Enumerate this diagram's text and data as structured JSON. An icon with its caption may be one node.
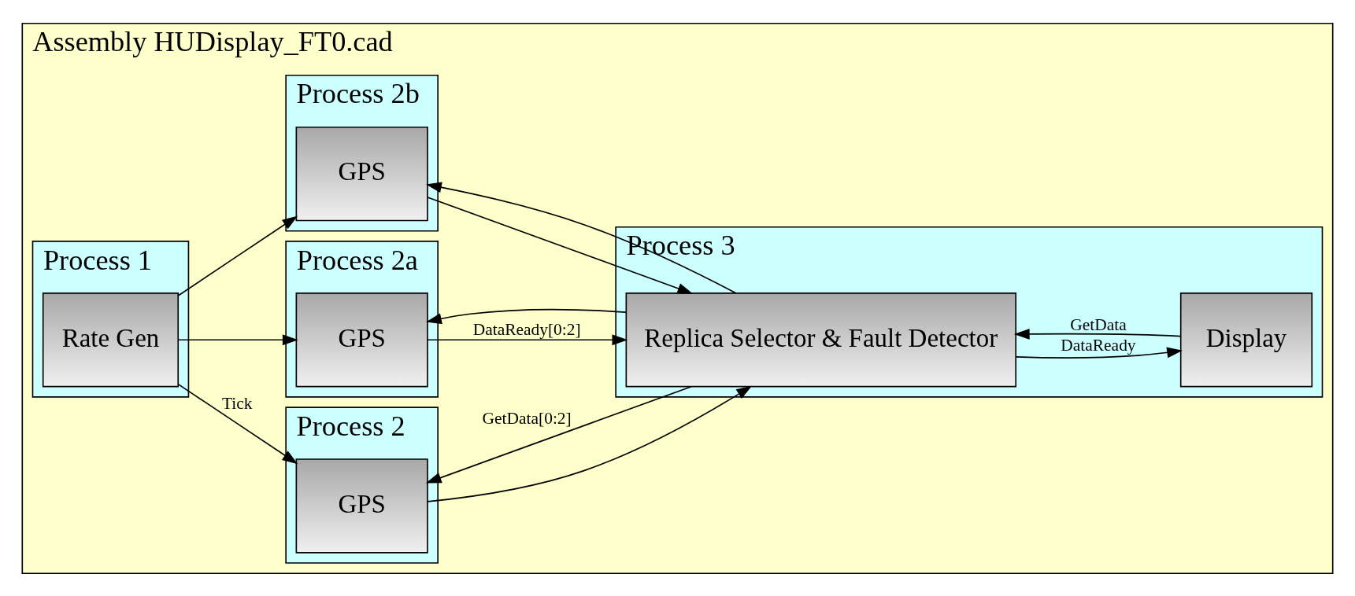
{
  "diagram": {
    "nodes": [
      {
        "text": [
          "Assembly HUDisplay_FT0.cad"
        ]
      },
      {
        "text": [
          "Process 1"
        ],
        "in": 0
      },
      {
        "text": [
          "Rate Gen"
        ],
        "in": 1
      },
      {
        "text": [
          "Process 2"
        ],
        "in": 0
      },
      {
        "text": [
          "GPS"
        ],
        "in": 3
      },
      {
        "text": [
          "Process 2a"
        ],
        "in": 0
      },
      {
        "text": [
          "GPS"
        ],
        "in": 5
      },
      {
        "text": [
          "Process 2b"
        ],
        "in": 0
      },
      {
        "text": [
          "GPS"
        ],
        "in": 7
      },
      {
        "text": [
          "Process 3"
        ],
        "in": 0
      },
      {
        "text": [
          "Replica Selector & Fault Detector"
        ],
        "in": 9
      },
      {
        "text": [
          "Display"
        ],
        "in": 9
      }
    ],
    "edges": [
      {
        "from": 2,
        "to": 4,
        "arrow": "to",
        "label": "Tick"
      },
      {
        "from": 2,
        "to": 6,
        "arrow": "to"
      },
      {
        "from": 2,
        "to": 8,
        "arrow": "to"
      },
      {
        "from": 4,
        "to": 10,
        "arrow": "to"
      },
      {
        "from": 6,
        "to": 10,
        "arrow": "to",
        "label": "DataReady[0:2]"
      },
      {
        "from": 8,
        "to": 10,
        "arrow": "to"
      },
      {
        "from": 10,
        "to": 4,
        "arrow": "to",
        "label": "GetData[0:2]"
      },
      {
        "from": 10,
        "to": 6,
        "arrow": "to"
      },
      {
        "from": 10,
        "to": 8,
        "arrow": "to"
      },
      {
        "from": 10,
        "to": 11,
        "arrow": "to",
        "label": "DataReady"
      },
      {
        "from": 11,
        "to": 10,
        "arrow": "to",
        "label": "GetData"
      }
    ]
  }
}
